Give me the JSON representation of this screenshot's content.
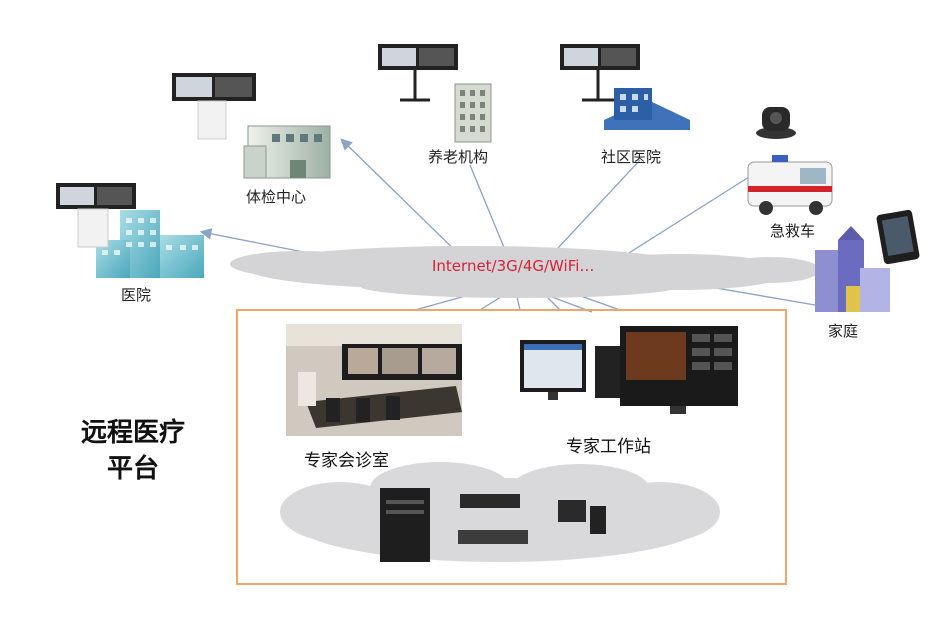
{
  "diagram": {
    "network_label": "Internet/3G/4G/WiFi…",
    "platform_title_line1": "远程医疗",
    "platform_title_line2": "平台",
    "platform": {
      "consult_room": "专家会诊室",
      "workstation": "专家工作站"
    },
    "endpoints": {
      "hospital": "医院",
      "checkup_center": "体检中心",
      "elderly_care": "养老机构",
      "community_hospital": "社区医院",
      "ambulance": "急救车",
      "home": "家庭"
    },
    "colors": {
      "arrow": "#8aa3c9",
      "cloud": "#d4d4d6",
      "frame": "#f0a56a",
      "network_text": "#d9223a"
    }
  }
}
